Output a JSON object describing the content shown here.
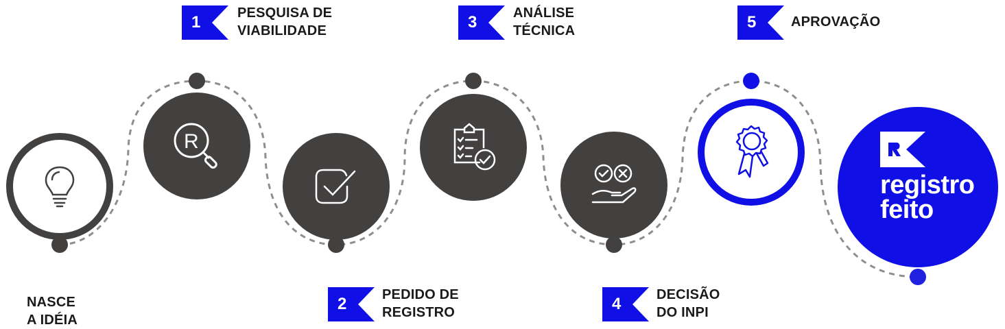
{
  "colors": {
    "accent": "#1010e6",
    "dark": "#434040",
    "dash": "#8e8e8e"
  },
  "start": {
    "label_line1": "NASCE",
    "label_line2": "A IDÉIA",
    "icon": "lightbulb-icon"
  },
  "steps": [
    {
      "number": "1",
      "label_line1": "PESQUISA DE",
      "label_line2": "VIABILIDADE",
      "icon": "registered-search-icon"
    },
    {
      "number": "2",
      "label_line1": "PEDIDO DE",
      "label_line2": "REGISTRO",
      "icon": "checkbox-icon"
    },
    {
      "number": "3",
      "label_line1": "ANÁLISE",
      "label_line2": "TÉCNICA",
      "icon": "clipboard-check-icon"
    },
    {
      "number": "4",
      "label_line1": "DECISÃO",
      "label_line2": "DO INPI",
      "icon": "approve-reject-hand-icon"
    },
    {
      "number": "5",
      "label_line1": "APROVAÇÃO",
      "icon": "award-ribbon-icon"
    }
  ],
  "final": {
    "line1": "registro",
    "line2": "feito",
    "logo": "registro-feito-logo"
  }
}
